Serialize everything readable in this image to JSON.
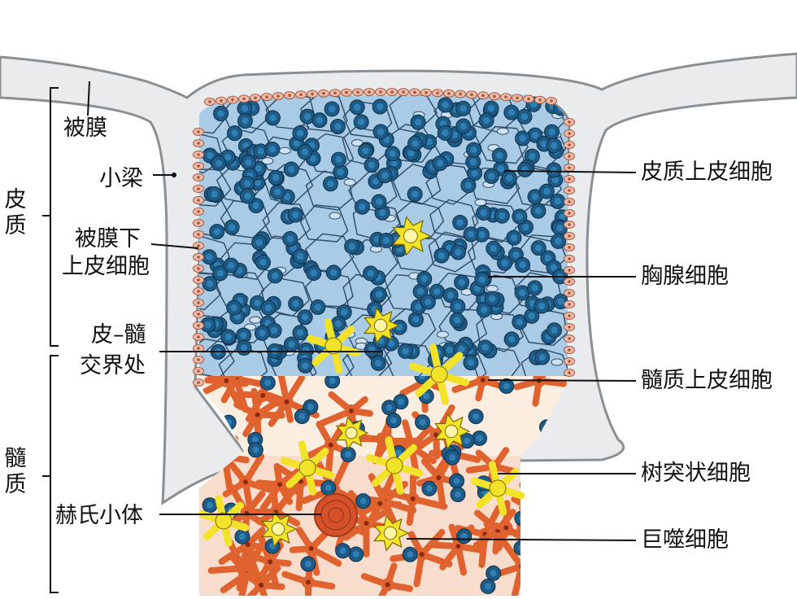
{
  "labels": {
    "capsule": "被膜",
    "trabecula": "小梁",
    "subcapsular_epithelial_line1": "被膜下",
    "subcapsular_epithelial_line2": "上皮细胞",
    "corticomedullary_line1": "皮–髓",
    "corticomedullary_line2": "交界处",
    "hassall_body": "赫氏小体",
    "cortical_epithelial": "皮质上皮细胞",
    "thymocyte": "胸腺细胞",
    "medullary_epithelial": "髓质上皮细胞",
    "dendritic_cell": "树突状细胞",
    "macrophage": "巨噬细胞"
  },
  "regions": {
    "cortex_char1": "皮",
    "cortex_char2": "质",
    "medulla_char1": "髓",
    "medulla_char2": "质"
  },
  "colors": {
    "capsule_fill": "#e9ebec",
    "capsule_stroke": "#8a8f93",
    "subcapsular_cells": "#f3b9a4",
    "cortex_fill": "#a9cbe6",
    "medulla_fill": "#fbeee0",
    "thymocyte_outer": "#1d5a85",
    "thymocyte_inner": "#2f7fb4",
    "epithelial_network": "#e0622f",
    "dendritic_yellow": "#f2e22a",
    "hassall": "#a03c1e"
  }
}
